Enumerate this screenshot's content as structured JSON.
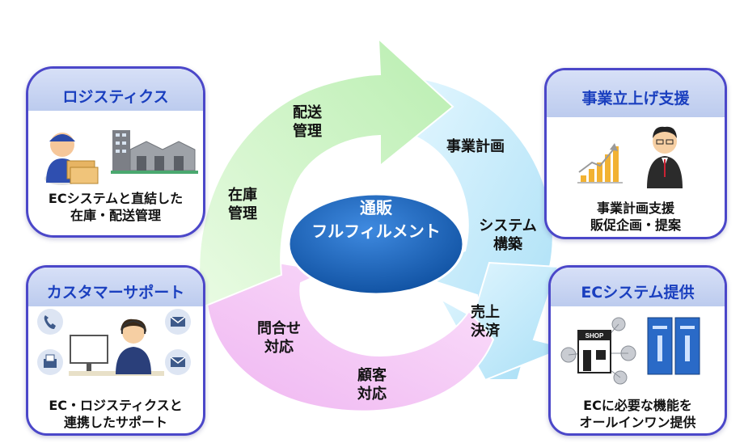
{
  "center": {
    "line1": "通販",
    "line2": "フルフィルメント"
  },
  "cycle": {
    "haiso": [
      "配送",
      "管理"
    ],
    "jigyo": "事業計画",
    "system": [
      "システム",
      "構築"
    ],
    "uriage": [
      "売上",
      "決済"
    ],
    "kokyaku": [
      "顧客",
      "対応"
    ],
    "toiawase": [
      "問合せ",
      "対応"
    ],
    "zaiko": [
      "在庫",
      "管理"
    ]
  },
  "cards": {
    "logistics": {
      "title": "ロジスティクス",
      "desc": [
        "ECシステムと直結した",
        "在庫・配送管理"
      ]
    },
    "business": {
      "title": "事業立上げ支援",
      "desc": [
        "事業計画支援",
        "販促企画・提案"
      ]
    },
    "customer": {
      "title": "カスタマーサポート",
      "desc": [
        "EC・ロジスティクスと",
        "連携したサポート"
      ]
    },
    "ecsystem": {
      "title": "ECシステム提供",
      "desc": [
        "ECに必要な機能を",
        "オールインワン提供"
      ],
      "shop_sign": "SHOP"
    }
  },
  "colors": {
    "green": "#cdf4c4",
    "blue": "#c8ecfb",
    "pink": "#f4c9f5",
    "title": "#1a3fbf",
    "border": "#4b47c9",
    "center": "#1c62b8"
  }
}
